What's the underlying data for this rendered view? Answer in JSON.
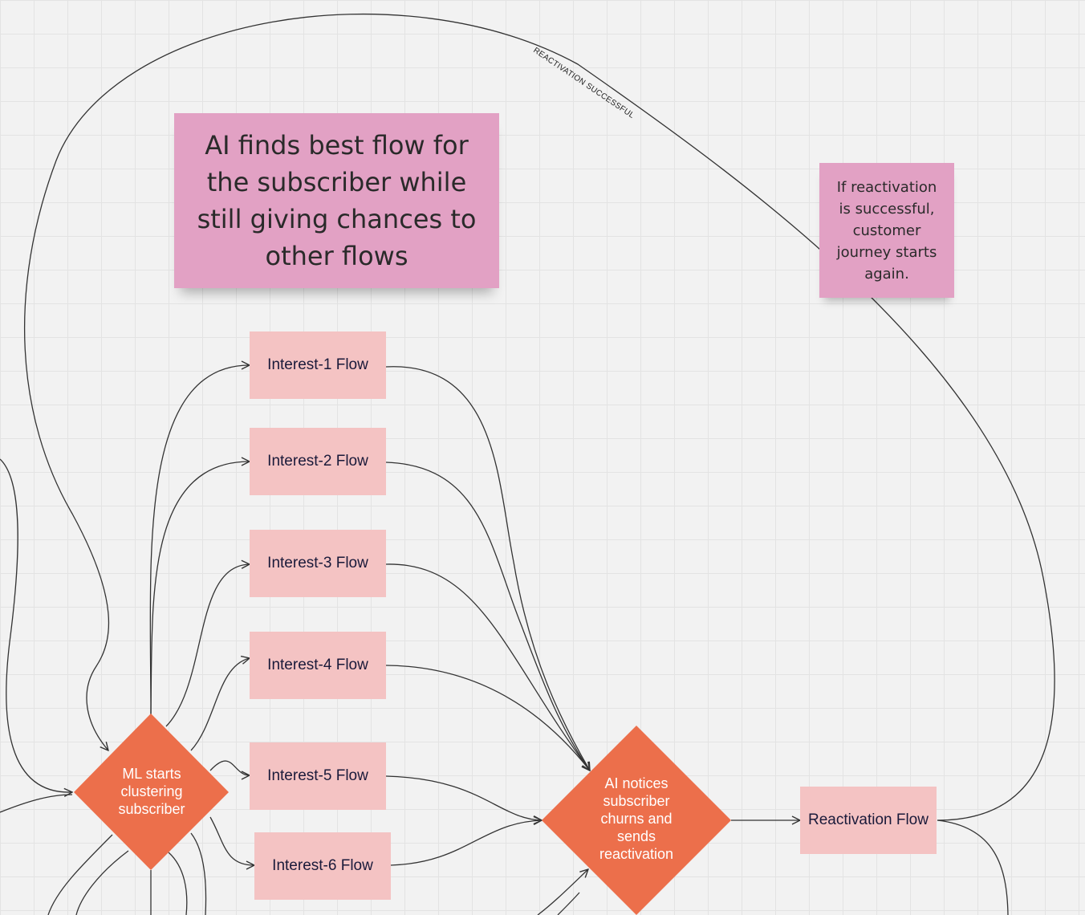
{
  "board": {
    "sticky_main": "AI finds best flow for the subscriber while still giving chances to other flows",
    "sticky_note": "If reactivation is successful, customer journey starts again.",
    "loop_label": "REACTIVATION SUCCESSFUL",
    "ml_node": "ML starts clustering subscriber",
    "ai_node": "AI notices subscriber churns and sends reactivation",
    "flows": [
      "Interest-1 Flow",
      "Interest-2 Flow",
      "Interest-3 Flow",
      "Interest-4 Flow",
      "Interest-5 Flow",
      "Interest-6 Flow"
    ],
    "reactivation_flow": "Reactivation Flow"
  },
  "colors": {
    "sticky_pink": "#e2a1c4",
    "flow_pink": "#f4c3c3",
    "decision_orange": "#ec6f4b",
    "connector": "#333333",
    "grid": "#e3e3e3"
  }
}
